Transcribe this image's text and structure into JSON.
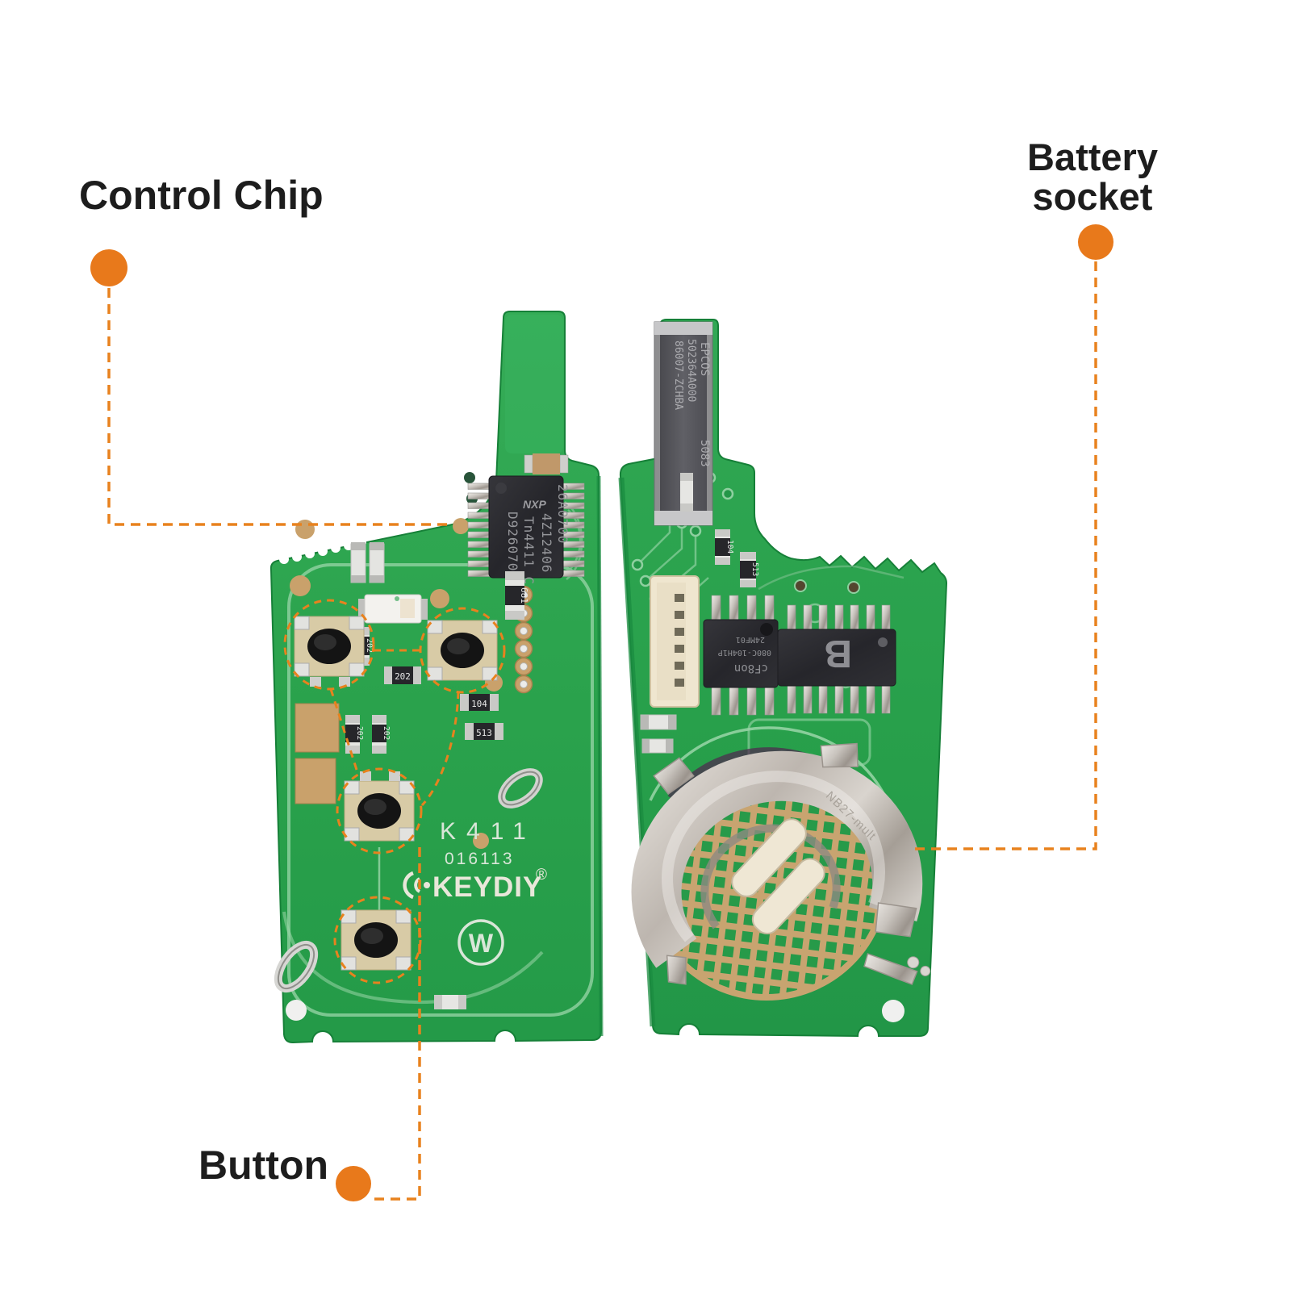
{
  "annotations": {
    "control_chip_label": "Control Chip",
    "battery_socket_line1": "Battery",
    "battery_socket_line2": "socket",
    "button_label": "Button",
    "accent_color": "#E8791B"
  },
  "front_board": {
    "model": "K411",
    "serial": "016113",
    "brand": "KEYDIY",
    "registered_mark": "®",
    "logo_letter": "W",
    "chip": {
      "mfr": "NXP",
      "col1": "26A0700",
      "col2": "4Z12406",
      "col3": "Tn4411 C",
      "col4": "D9260700"
    },
    "resistors": {
      "r681": "681",
      "r202": "202",
      "r104": "104",
      "r513": "513"
    }
  },
  "back_board": {
    "module": {
      "line1": "EPCOS",
      "line2": "502364A000",
      "line3": "86007-ZCHBA",
      "line4": "5083"
    },
    "chip8": {
      "line1": "cF8on",
      "line2": "080C-104H1P",
      "line3": "24MF01"
    },
    "chip14_marking": "B",
    "clip_marking": "NB27-mult",
    "resistors": {
      "r104": "104",
      "r513": "513"
    }
  },
  "colors": {
    "pcb_green": "#2AA24C",
    "silkscreen_green": "#9AD6A8",
    "copper_gold": "#C9A16B",
    "callout_orange": "#E8791B"
  }
}
